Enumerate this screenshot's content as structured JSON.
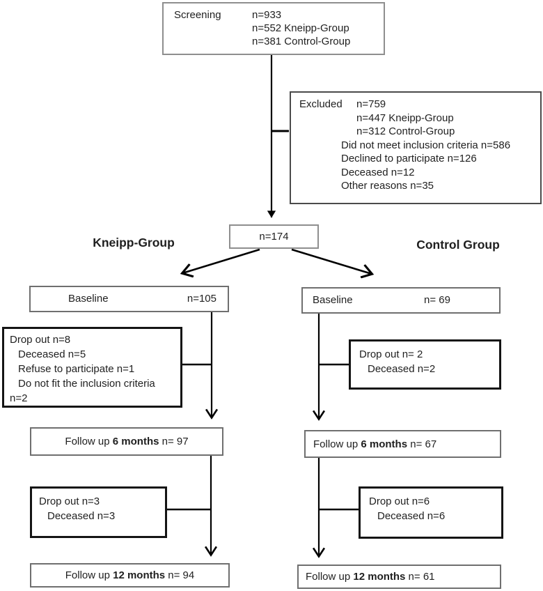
{
  "colors": {
    "background": "#ffffff",
    "line": "#000000",
    "thin_border": "#8e8e8e",
    "thick_border": "#141414",
    "text": "#1f1f1f"
  },
  "flowchart": {
    "screening": {
      "label": "Screening",
      "total": "n=933",
      "group_lines": [
        "n=552 Kneipp-Group",
        "n=381 Control-Group"
      ]
    },
    "excluded": {
      "label": "Excluded",
      "total": "n=759",
      "group_lines": [
        "n=447 Kneipp-Group",
        "n=312 Control-Group"
      ],
      "reasons": [
        "Did not meet inclusion criteria n=586",
        "Declined to participate n=126",
        "Deceased n=12",
        "Other reasons n=35"
      ]
    },
    "randomized": {
      "value": "n=174"
    },
    "headers": {
      "left": "Kneipp-Group",
      "right": "Control Group"
    },
    "kneipp": {
      "baseline": {
        "label": "Baseline",
        "value": "n=105"
      },
      "dropout_baseline": {
        "lines": [
          "Drop out n=8",
          "Deceased n=5",
          "Refuse to participate n=1",
          "Do not fit the inclusion criteria",
          "n=2"
        ]
      },
      "followup6": {
        "prefix": "Follow up ",
        "bold": "6 months",
        "suffix": " n= 97"
      },
      "dropout_6m": {
        "lines": [
          "Drop out n=3",
          "Deceased n=3"
        ]
      },
      "followup12": {
        "prefix": "Follow up ",
        "bold": "12 months",
        "suffix": " n= 94"
      }
    },
    "control": {
      "baseline": {
        "label": "Baseline",
        "value": "n= 69"
      },
      "dropout_baseline": {
        "lines": [
          "Drop out n= 2",
          "Deceased n=2"
        ]
      },
      "followup6": {
        "prefix": "Follow up ",
        "bold": "6 months",
        "suffix": " n= 67"
      },
      "dropout_6m": {
        "lines": [
          "Drop out n=6",
          "Deceased n=6"
        ]
      },
      "followup12": {
        "prefix": "Follow up ",
        "bold": "12 months",
        "suffix": " n= 61"
      }
    }
  }
}
